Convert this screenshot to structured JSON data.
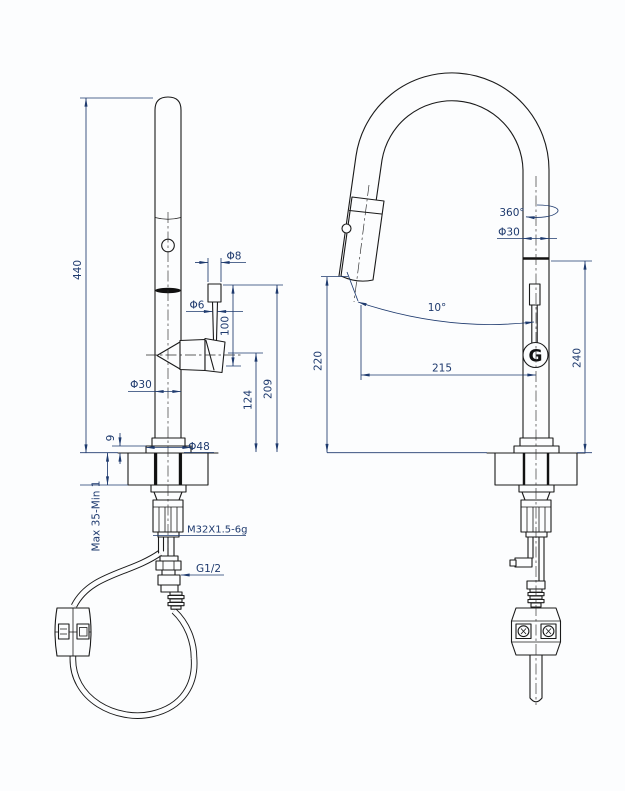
{
  "front_view": {
    "dim_440": "440",
    "dim_phi8": "Φ8",
    "dim_phi6": "Φ6",
    "dim_100": "100",
    "dim_209": "209",
    "dim_124": "124",
    "dim_phi30": "Φ30",
    "dim_phi48": "Φ48",
    "dim_9": "9",
    "dim_countertop_range": "Max 35-Min 1",
    "dim_thread": "M32X1.5-6g",
    "dim_inlet_thread": "G1/2"
  },
  "side_view": {
    "dim_rotation": "360°",
    "dim_phi30": "Φ30",
    "dim_angle": "10°",
    "dim_220": "220",
    "dim_215": "215",
    "dim_240": "240",
    "logo_letter": "G"
  },
  "colors": {
    "part_line": "#1a1a1a",
    "dimension": "#1e3a6e",
    "background": "#fcfdfe"
  }
}
